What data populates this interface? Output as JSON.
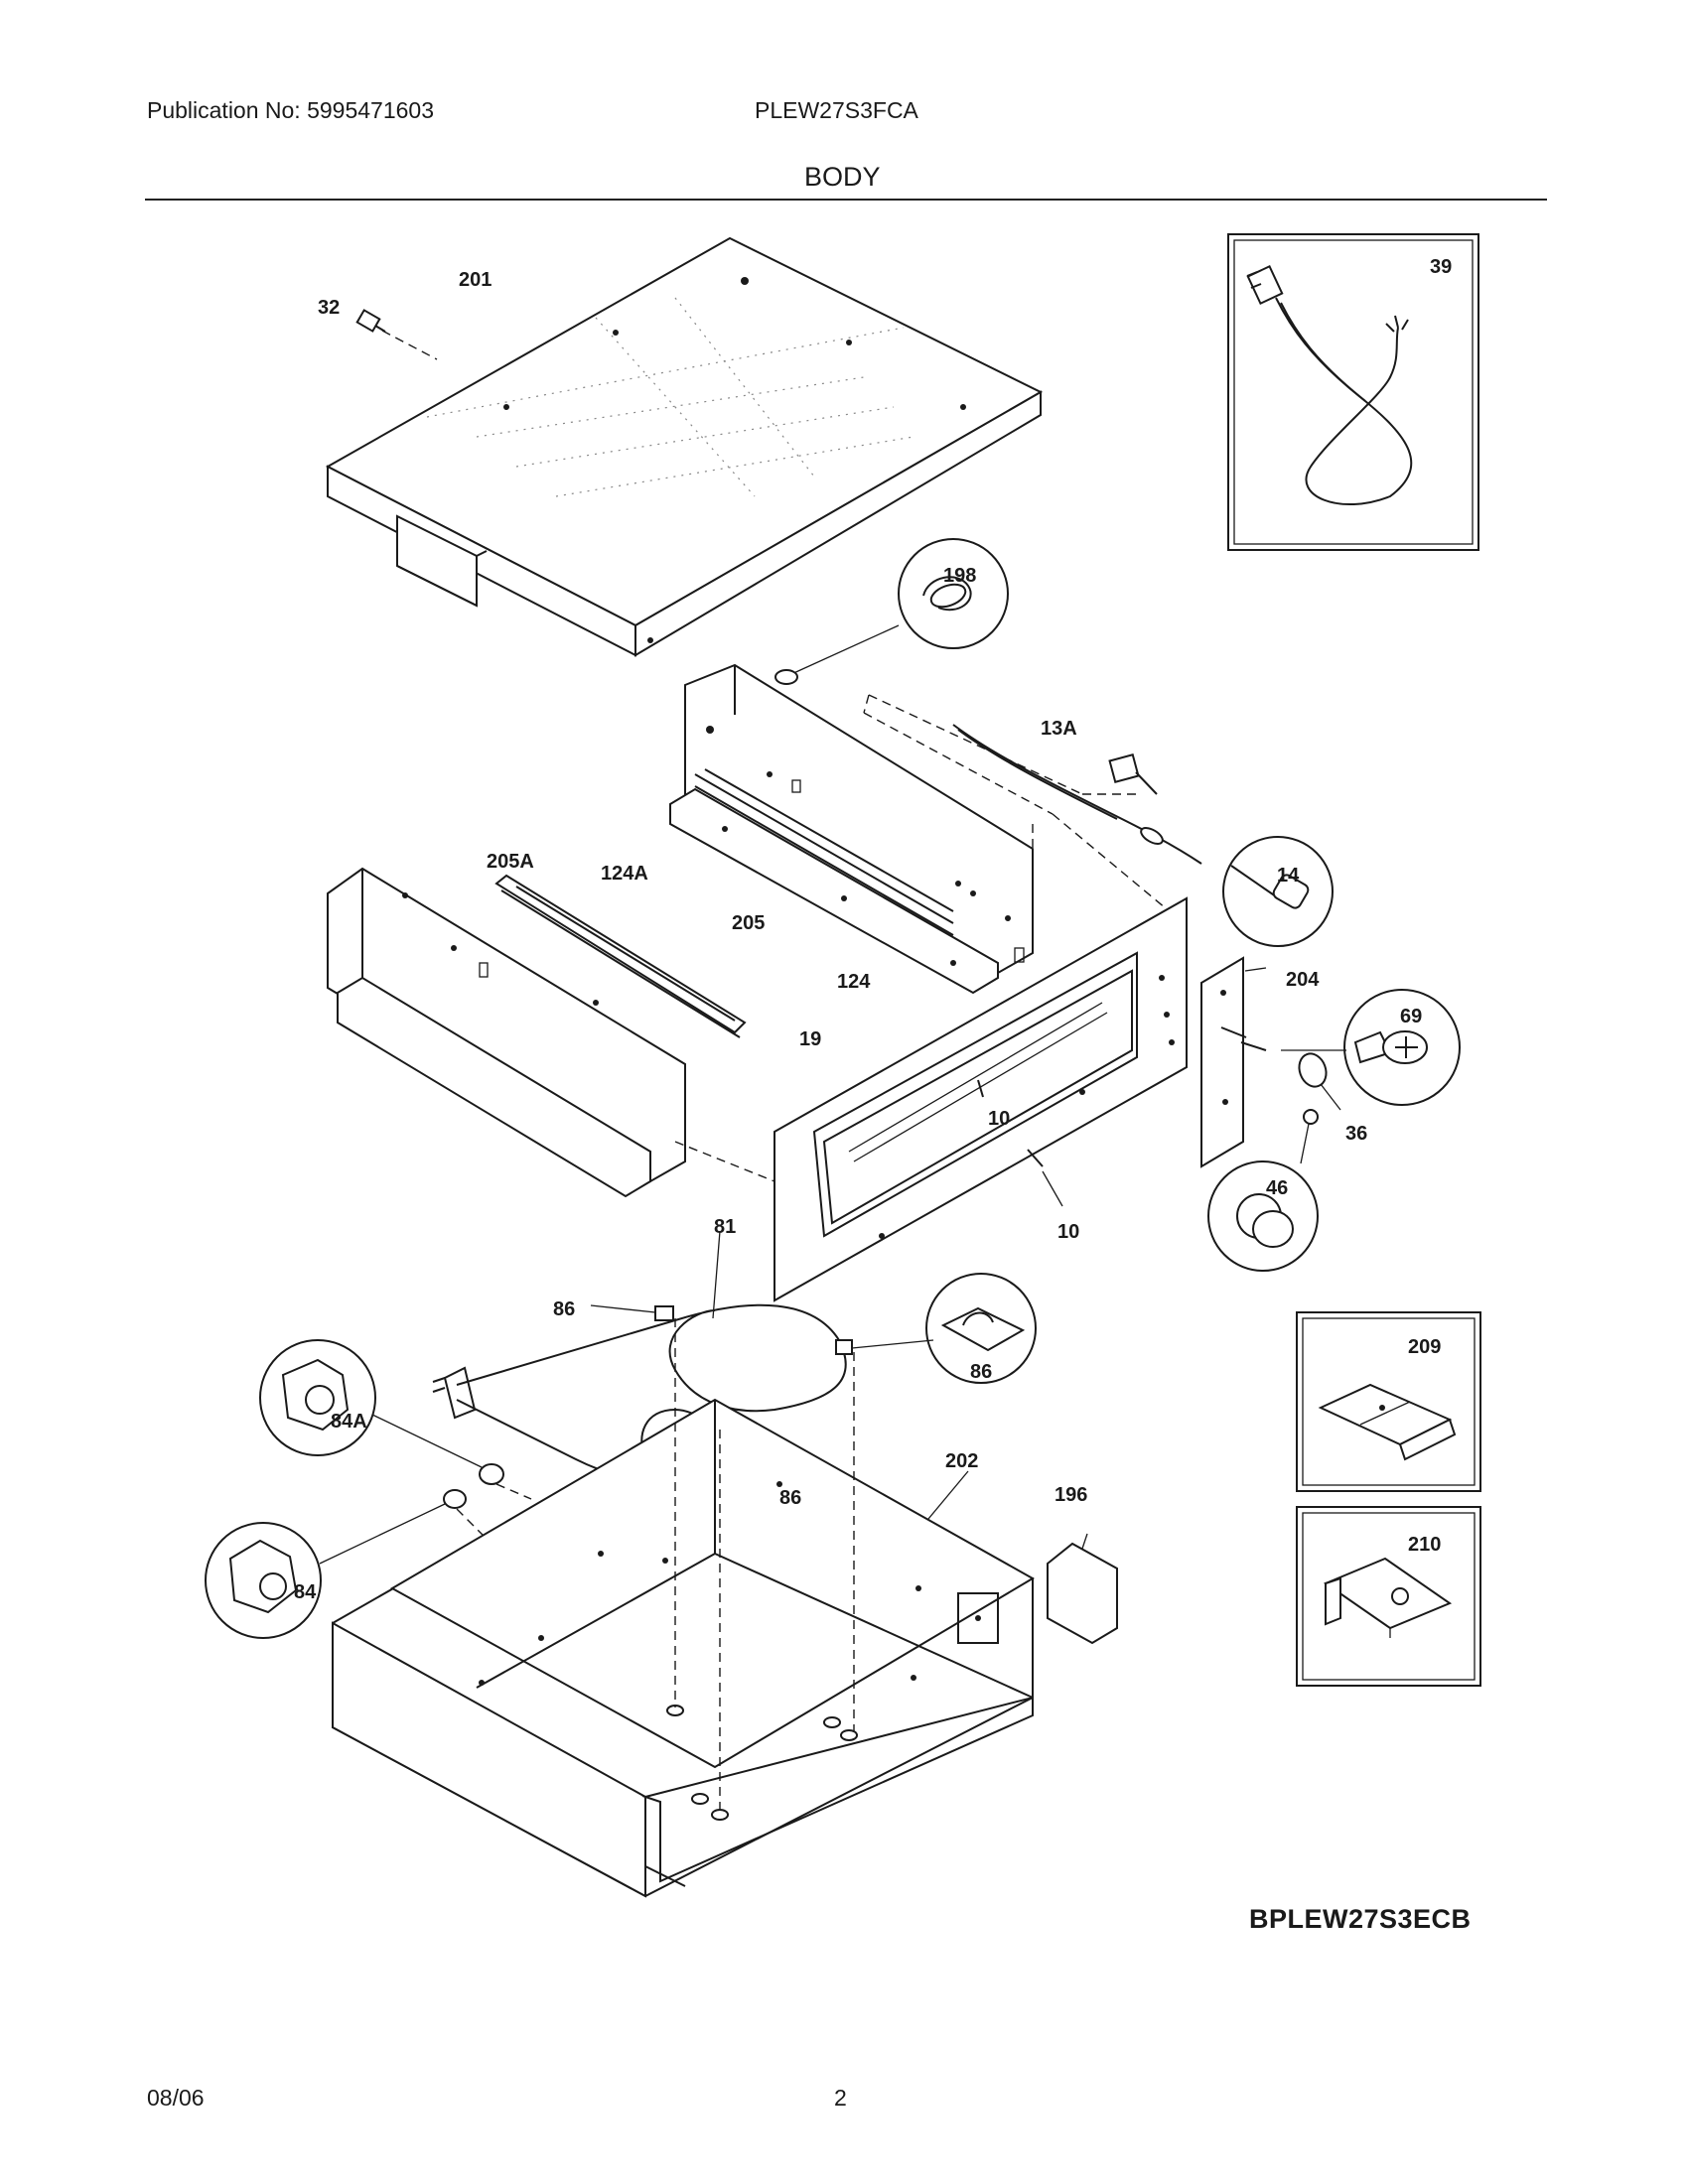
{
  "header": {
    "publication": "Publication No: 5995471603",
    "model": "PLEW27S3FCA",
    "section": "BODY"
  },
  "footer": {
    "date": "08/06",
    "page": "2"
  },
  "diagram_id": "BPLEW27S3ECB",
  "parts": [
    {
      "num": "201"
    },
    {
      "num": "32"
    },
    {
      "num": "39"
    },
    {
      "num": "198"
    },
    {
      "num": "13A"
    },
    {
      "num": "14"
    },
    {
      "num": "205A"
    },
    {
      "num": "124A"
    },
    {
      "num": "205"
    },
    {
      "num": "124"
    },
    {
      "num": "204"
    },
    {
      "num": "69"
    },
    {
      "num": "19"
    },
    {
      "num": "10"
    },
    {
      "num": "10"
    },
    {
      "num": "36"
    },
    {
      "num": "46"
    },
    {
      "num": "81"
    },
    {
      "num": "86"
    },
    {
      "num": "86"
    },
    {
      "num": "209"
    },
    {
      "num": "84A"
    },
    {
      "num": "202"
    },
    {
      "num": "86"
    },
    {
      "num": "196"
    },
    {
      "num": "210"
    },
    {
      "num": "84"
    }
  ]
}
